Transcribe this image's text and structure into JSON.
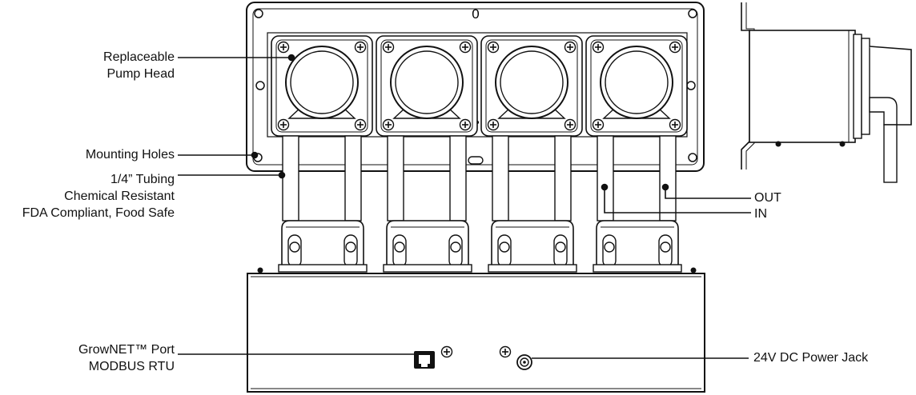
{
  "callouts": {
    "pump_head": [
      "Replaceable",
      "Pump Head"
    ],
    "mounting_holes": "Mounting Holes",
    "tubing": [
      "1/4” Tubing",
      "Chemical Resistant",
      "FDA Compliant, Food Safe"
    ],
    "out": "OUT",
    "in": "IN",
    "grownet_port": [
      "GrowNET™ Port",
      "MODBUS RTU"
    ],
    "power_jack": "24V DC Power Jack"
  },
  "device": {
    "pump_heads": 4,
    "top_center_mark": "0"
  },
  "colors": {
    "line": "#1a1a1a",
    "background": "#ffffff"
  }
}
